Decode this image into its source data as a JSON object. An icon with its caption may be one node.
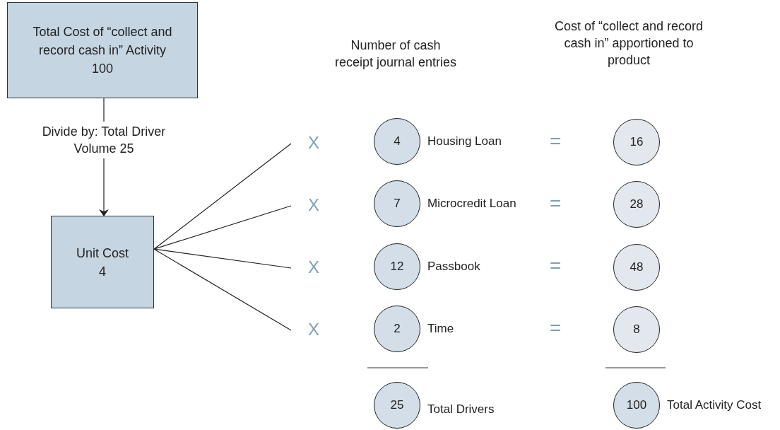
{
  "diagram": {
    "nodes": [
      {
        "text": [
          "Total Cost of “collect and record cash in” Activity",
          "100"
        ]
      },
      {
        "text": [
          "Unit Cost",
          "4"
        ]
      },
      {
        "text": [
          "X"
        ]
      },
      {
        "text": [
          "X"
        ]
      },
      {
        "text": [
          "X"
        ]
      },
      {
        "text": [
          "X"
        ]
      },
      {
        "text": [
          "4"
        ],
        "beside": [
          "Housing Loan"
        ]
      },
      {
        "text": [
          "16"
        ]
      },
      {
        "text": [
          "7"
        ],
        "beside": [
          "Microcredit Loan"
        ]
      },
      {
        "text": [
          "28"
        ]
      },
      {
        "text": [
          "12"
        ],
        "beside": [
          "Passbook"
        ]
      },
      {
        "text": [
          "48"
        ]
      },
      {
        "text": [
          "2"
        ],
        "beside": [
          "Time"
        ]
      },
      {
        "text": [
          "8"
        ]
      },
      {
        "text": [
          "25"
        ],
        "beside": [
          "Total Drivers"
        ]
      },
      {
        "text": [
          "100"
        ],
        "beside": [
          "Total Activity Cost"
        ]
      }
    ],
    "edges": [
      {
        "from": 0,
        "to": 1,
        "arrow": "to",
        "label": "Divide by: Total Driver Volume 25"
      },
      {
        "from": 1,
        "to": 2,
        "arrow": "none"
      },
      {
        "from": 1,
        "to": 3,
        "arrow": "none"
      },
      {
        "from": 1,
        "to": 4,
        "arrow": "none"
      },
      {
        "from": 1,
        "to": 5,
        "arrow": "none"
      }
    ],
    "labels": [
      "Number of cash receipt journal entries",
      "Cost of “collect and record cash in” apportioned to product",
      "=",
      "=",
      "=",
      "="
    ]
  }
}
